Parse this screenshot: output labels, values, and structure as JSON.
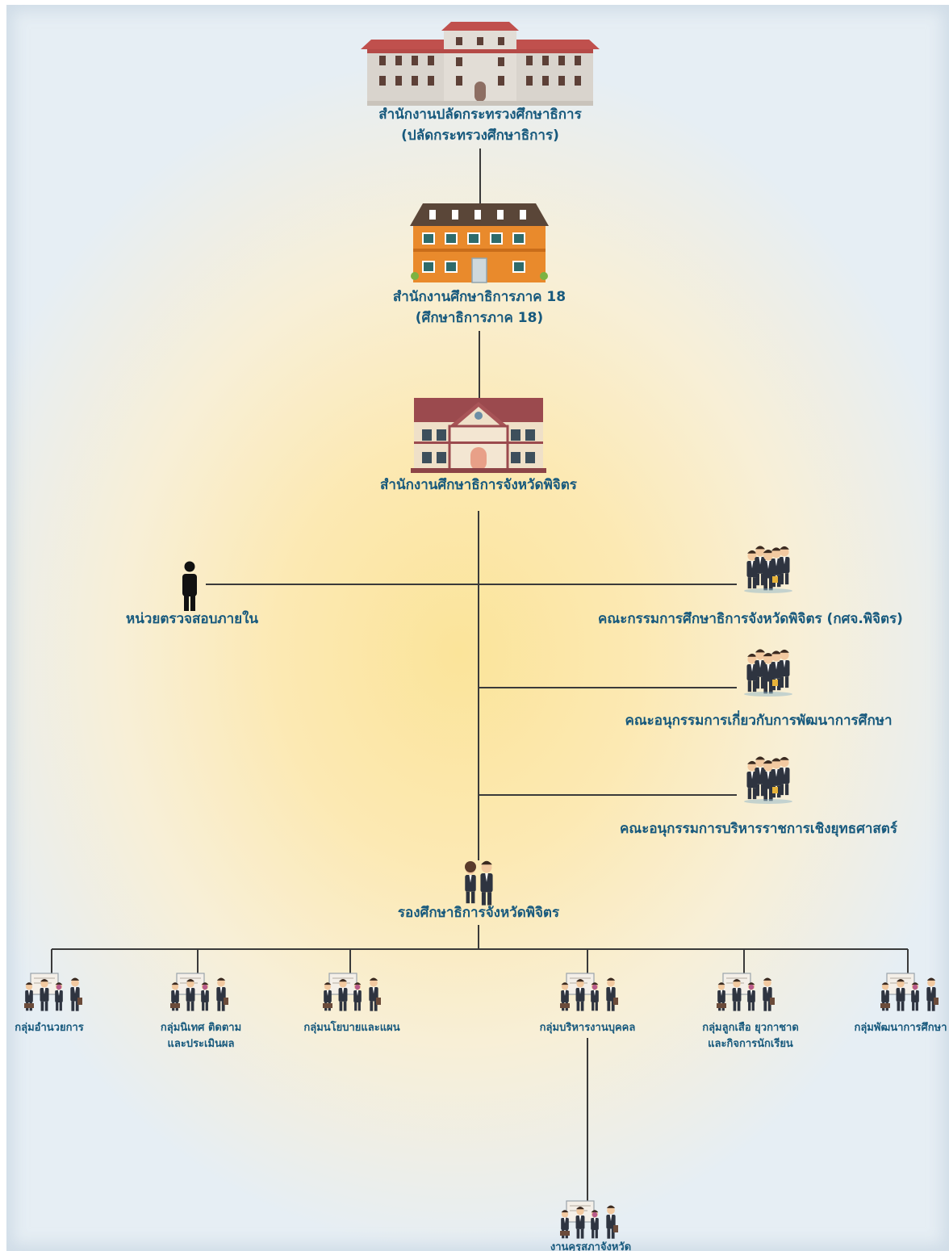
{
  "nodes": {
    "ministry": {
      "line1": "สำนักงานปลัดกระทรวงศึกษาธิการ",
      "line2": "(ปลัดกระทรวงศึกษาธิการ)"
    },
    "region": {
      "line1": "สำนักงานศึกษาธิการภาค 18",
      "line2": "(ศึกษาธิการภาค 18)"
    },
    "province": {
      "line1": "สำนักงานศึกษาธิการจังหวัดพิจิตร"
    },
    "audit": {
      "line1": "หน่วยตรวจสอบภายใน"
    },
    "committee": {
      "line1": "คณะกรรมการศึกษาธิการจังหวัดพิจิตร (กศจ.พิจิตร)"
    },
    "subcommittee_dev": {
      "line1": "คณะอนุกรรมการเกี่ยวกับการพัฒนาการศึกษา"
    },
    "subcommittee_strategy": {
      "line1": "คณะอนุกรรมการบริหารราชการเชิงยุทธศาสตร์"
    },
    "deputy": {
      "line1": "รองศึกษาธิการจังหวัดพิจิตร"
    }
  },
  "groups": [
    {
      "line1": "กลุ่มอำนวยการ",
      "line2": ""
    },
    {
      "line1": "กลุ่มนิเทศ ติดตาม",
      "line2": "และประเมินผล"
    },
    {
      "line1": "กลุ่มนโยบายและแผน",
      "line2": ""
    },
    {
      "line1": "กลุ่มบริหารงานบุคคล",
      "line2": ""
    },
    {
      "line1": "กลุ่มลูกเสือ ยุวกาชาด",
      "line2": "และกิจการนักเรียน"
    },
    {
      "line1": "กลุ่มพัฒนาการศึกษา",
      "line2": ""
    }
  ],
  "sub_unit": {
    "line1": "งานคุรุสภาจังหวัด"
  },
  "colors": {
    "label": "#17597d",
    "line": "#3a3a3a",
    "ministry_wall": "#d9d4cd",
    "ministry_roof": "#c0504d",
    "region_wall": "#e98a2c",
    "region_roof": "#5a4638",
    "province_roof": "#9b4a4e",
    "province_wall": "#efe0c8",
    "suit": "#2e3440"
  },
  "icons": {
    "ministry": "ministry-building-icon",
    "region": "region-office-building-icon",
    "province": "province-office-building-icon",
    "audit": "person-icon",
    "committee": "team-icon",
    "deputy": "deputy-pair-icon",
    "group": "meeting-group-icon"
  }
}
